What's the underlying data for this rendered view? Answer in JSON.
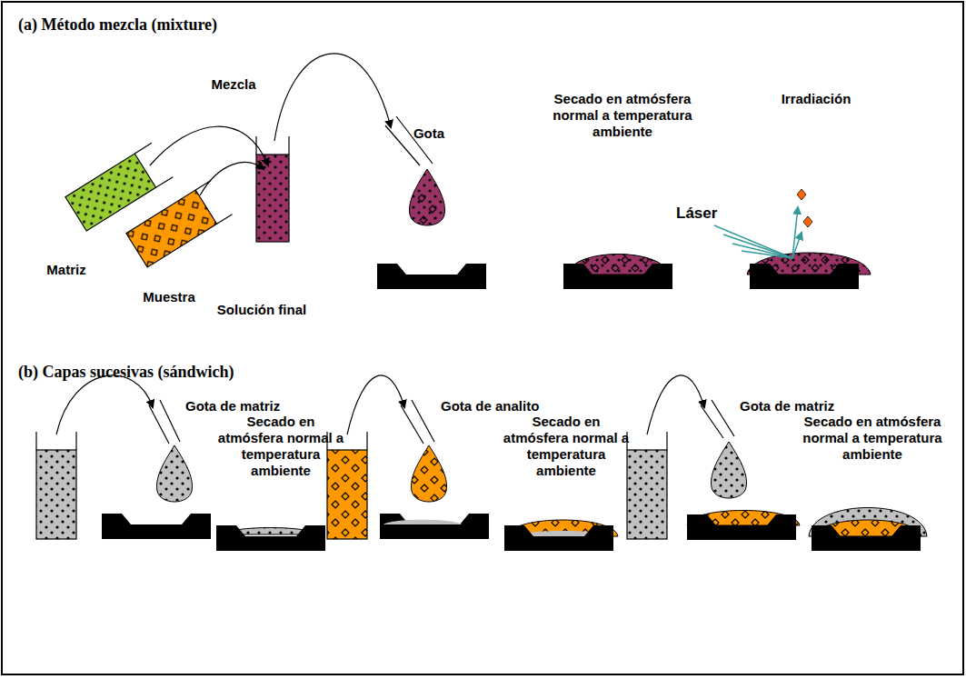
{
  "diagram": {
    "labels": [
      "(a) Método mezcla (mixture)",
      "Mezcla",
      "Gota",
      "Secado en atmósfera normal a temperatura ambiente",
      "Irradiación",
      "Láser",
      "Matriz",
      "Muestra",
      "Solución final",
      "(b) Capas sucesivas (sándwich)",
      "Gota de matriz",
      "Secado en atmósfera normal a temperatura ambiente",
      "Gota de analito",
      "Secado en atmósfera normal a temperatura ambiente",
      "Gota de matriz",
      "Secado en atmósfera normal a temperatura ambiente"
    ]
  }
}
